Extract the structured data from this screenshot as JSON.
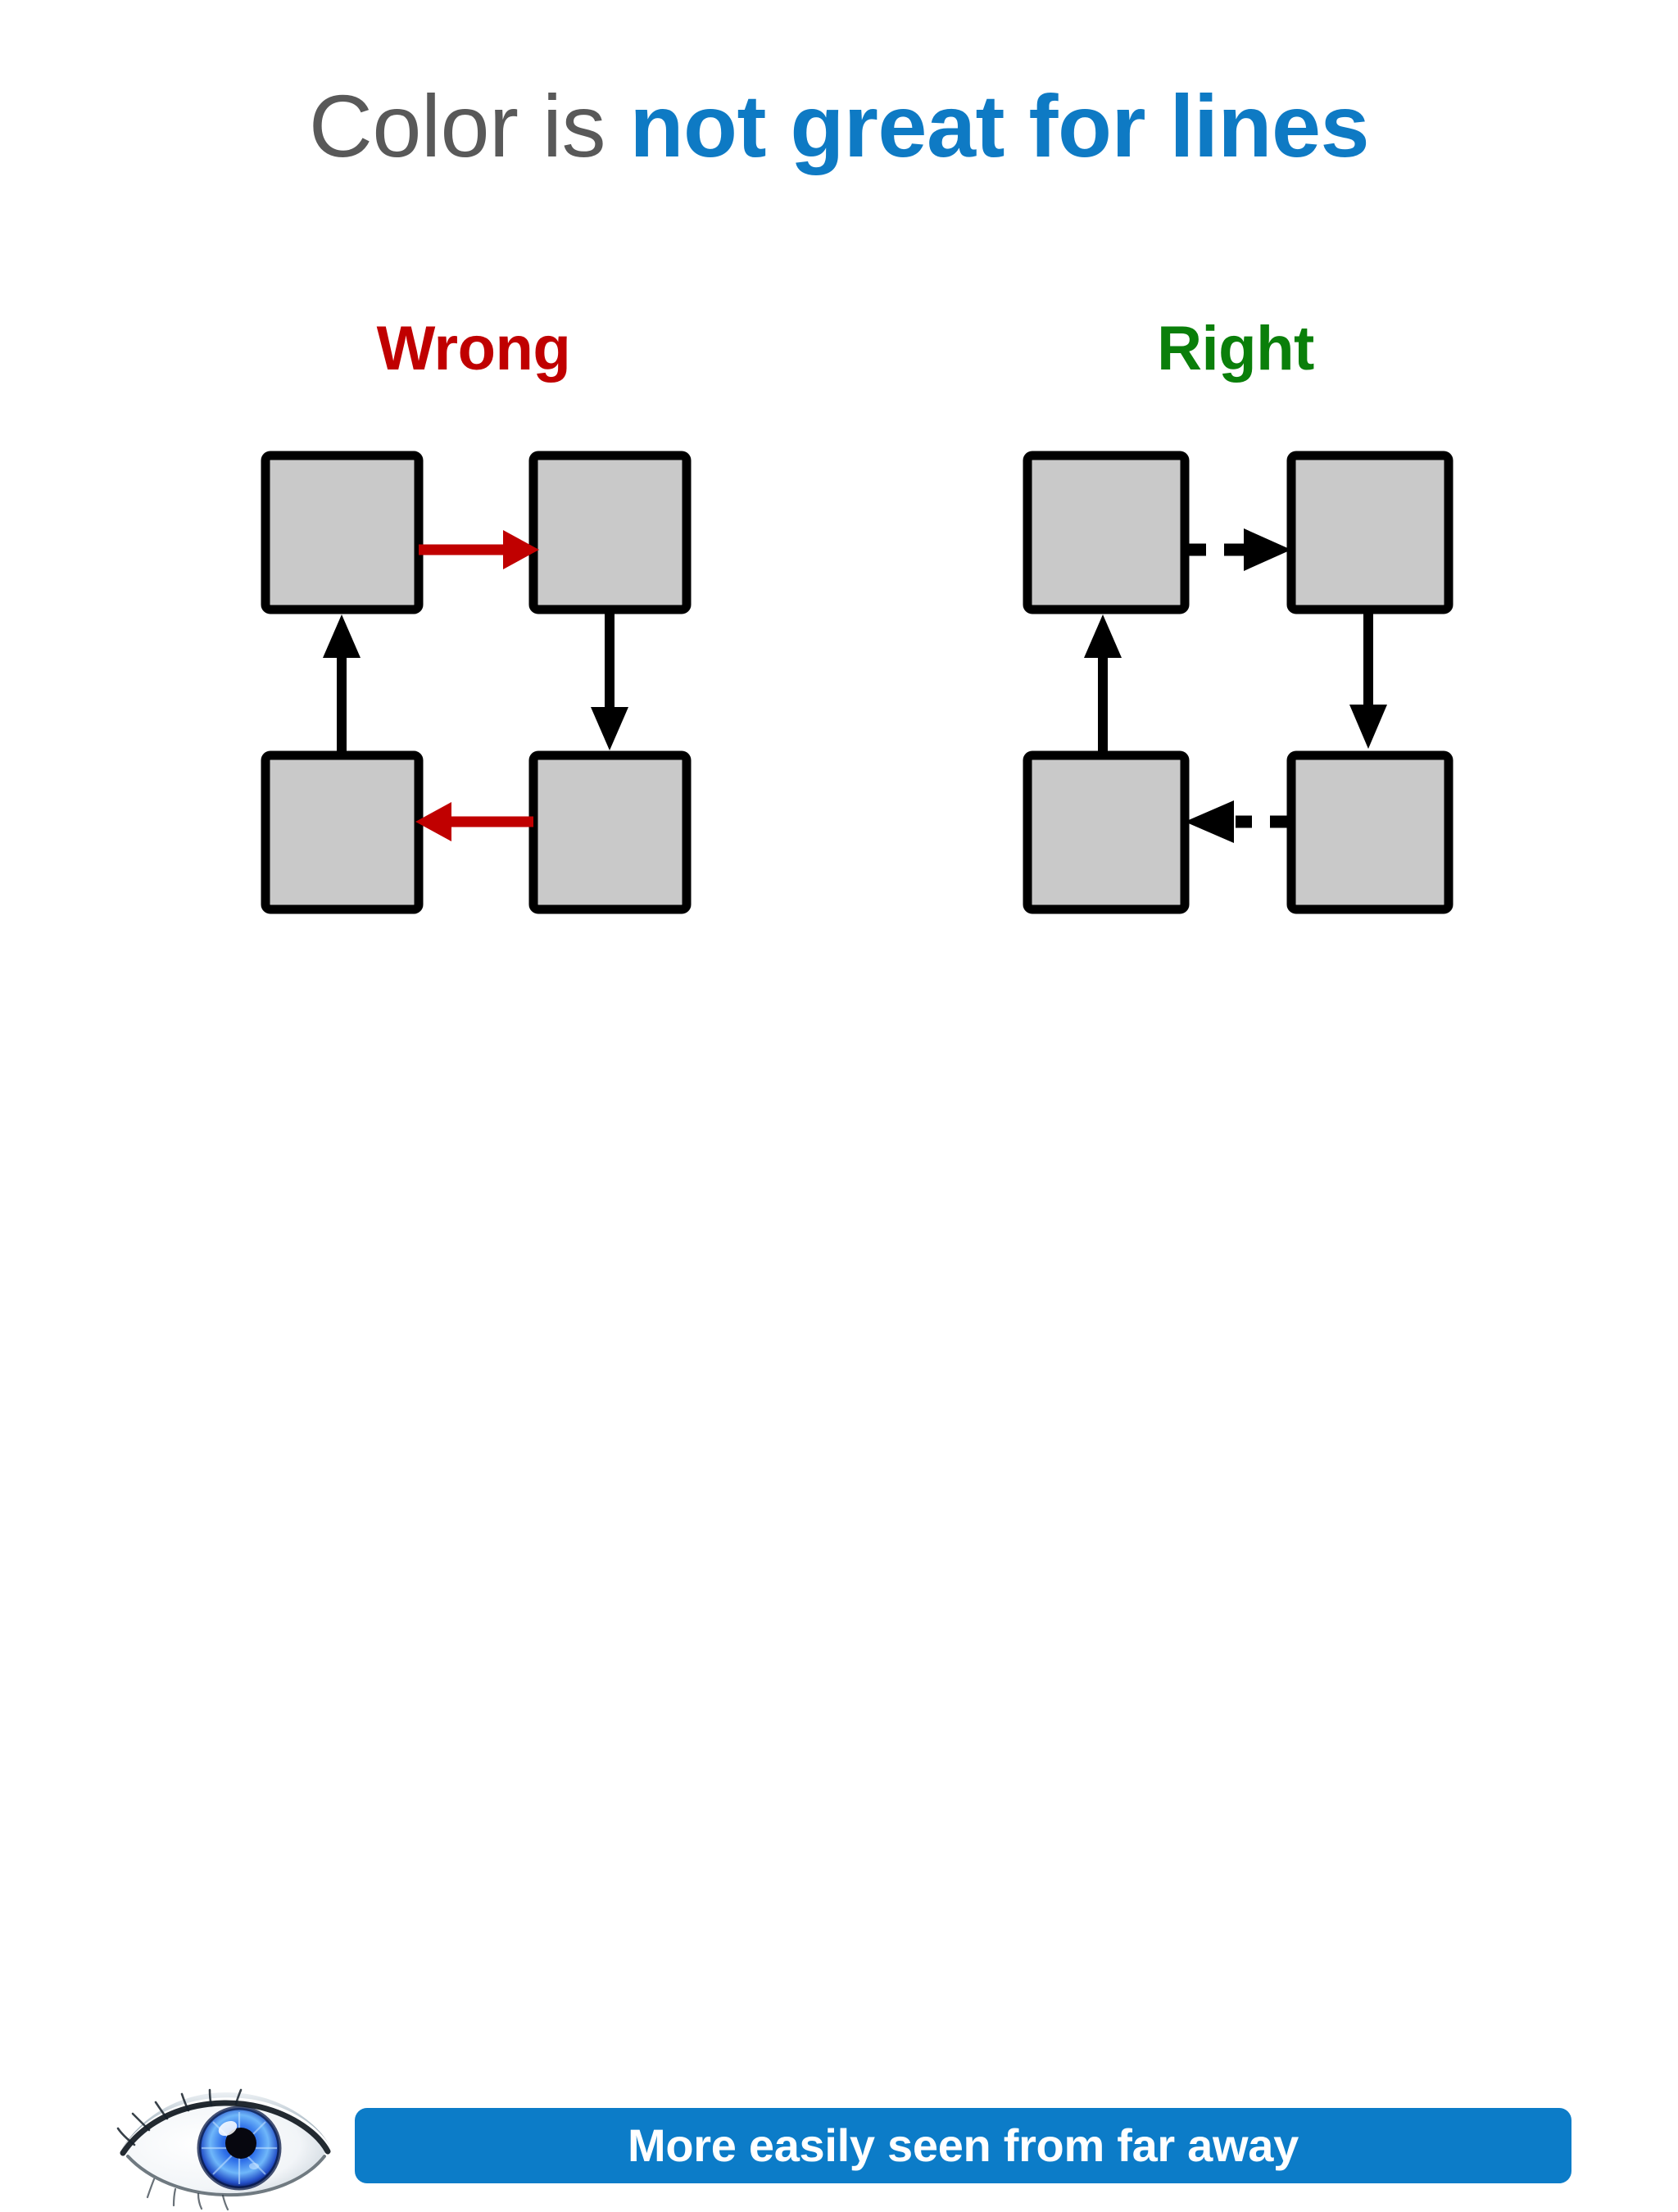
{
  "slide": {
    "background_color": "#FFFFFF",
    "title": {
      "plain_part": "Color is ",
      "accent_part": "not great for lines",
      "plain_color": "#595959",
      "accent_color": "#0E7AC4"
    },
    "columns": [
      {
        "id": "wrong",
        "heading": "Wrong",
        "heading_color": "#C00000",
        "arrow_style": "solid-colored",
        "horizontal_arrow_color": "#C00000",
        "vertical_arrow_color": "#000000"
      },
      {
        "id": "right",
        "heading": "Right",
        "heading_color": "#0A7F0A",
        "arrow_style": "dashed-black",
        "horizontal_arrow_color": "#000000",
        "vertical_arrow_color": "#000000"
      }
    ],
    "diagram": {
      "node_fill": "#C9C9C9",
      "node_stroke": "#000000",
      "node_count": 4,
      "edges": [
        {
          "from": "top-left",
          "to": "top-right",
          "direction": "right"
        },
        {
          "from": "top-right",
          "to": "bottom-right",
          "direction": "down"
        },
        {
          "from": "bottom-right",
          "to": "bottom-left",
          "direction": "left"
        },
        {
          "from": "bottom-left",
          "to": "top-left",
          "direction": "up"
        }
      ]
    },
    "banner": {
      "text": "More easily seen from far away",
      "background_color": "#0C7CC8",
      "text_color": "#FFFFFF"
    },
    "eye": {
      "icon_name": "eye-photo",
      "iris_color": "#1E5FD8",
      "pupil_color": "#0A0A14"
    }
  }
}
